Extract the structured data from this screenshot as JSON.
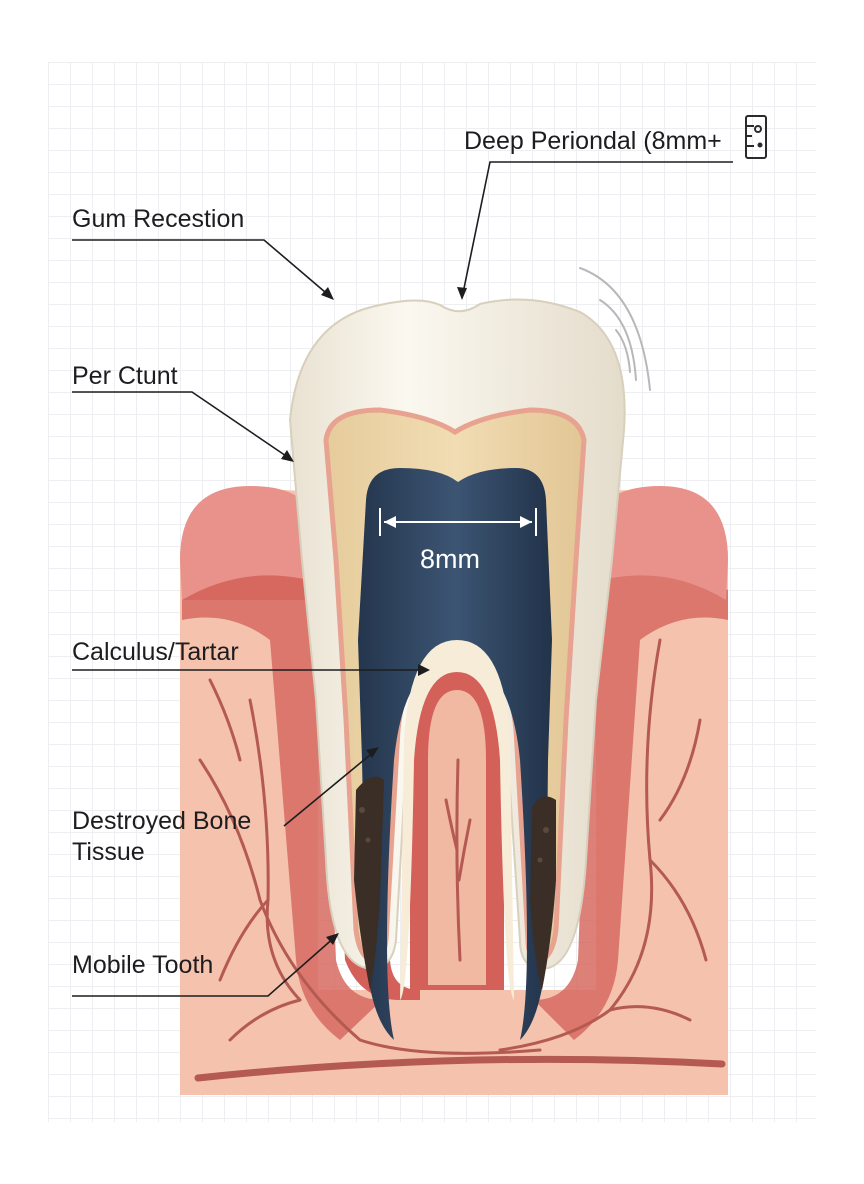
{
  "labels": {
    "deep_periodontal": "Deep Periondal (8mm+",
    "gum_recession": "Gum Recestion",
    "per_ctunt": "Per Ctunt",
    "calculus": "Calculus/Tartar",
    "destroyed_bone": "Destroyed Bone Tissue",
    "mobile_tooth": "Mobile Tooth"
  },
  "measurement": {
    "value": "8mm"
  },
  "icons": {
    "ruler": "ruler-icon",
    "motion": "motion-lines-icon"
  },
  "colors": {
    "enamel": "#f7f2e6",
    "dentin": "#ecd4a6",
    "pulp": "#2f4560",
    "gum": "#e8928b",
    "tissue": "#f4c2ad",
    "bone": "#d4605a",
    "vessel": "#b45a52",
    "calculus": "#3a2e26"
  }
}
